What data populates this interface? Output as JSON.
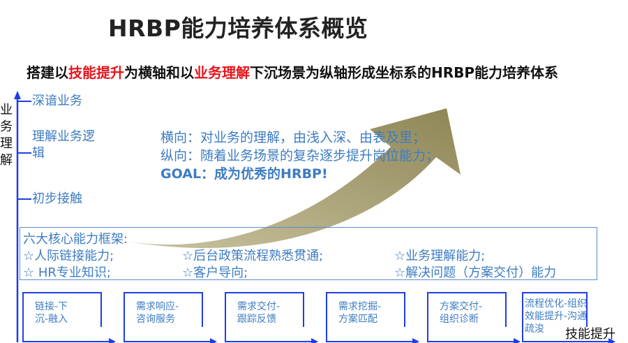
{
  "title": "HRBP能力培养体系概览",
  "subtitle": {
    "p1": "搭建以",
    "h1": "技能提升",
    "p2": "为横轴和以",
    "h2": "业务理解",
    "p3": "下沉场景为纵轴形成坐标系的HRBP能力培养体系"
  },
  "y_axis_label": [
    "业",
    "务",
    "理",
    "解"
  ],
  "x_axis_label": "技能提升",
  "levels": [
    "深谙业务",
    "理解业务逻辑",
    "初步接触"
  ],
  "description": [
    "横向：对业务的理解，由浅入深、由表及里；",
    "纵向：随着业务场景的复杂逐步提升岗位能力；",
    "GOAL：成为优秀的HRBP!"
  ],
  "framework": {
    "title": "六大核心能力框架:",
    "items": [
      "☆人际链接能力;",
      "☆后台政策流程熟悉贯通;",
      "☆业务理解能力;",
      "☆ HR专业知识;",
      "☆客户导向;",
      "☆解决问题（方案交付）能力"
    ]
  },
  "steps": [
    "链接-下沉-融入",
    "需求响应-咨询服务",
    "需求交付-跟踪反馈",
    "需求挖掘-方案匹配",
    "方案交付-组织诊断",
    "流程优化-组织效能提升-沟通疏浚"
  ],
  "colors": {
    "accent_blue": "#3d7cc2",
    "axis_blue": "#1f3ee6",
    "highlight_red": "#e8141c",
    "arrow": "#a89f6e"
  }
}
